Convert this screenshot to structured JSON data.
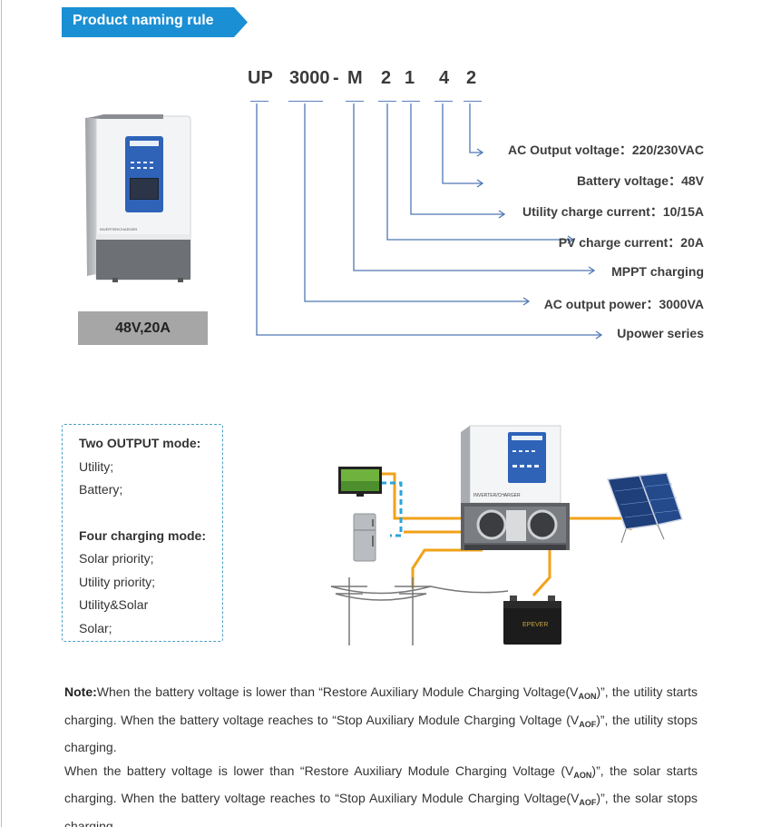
{
  "header": {
    "title": "Product naming rule",
    "color": "#1b8fd4"
  },
  "model_code": {
    "parts": [
      "UP",
      "3000",
      "-",
      "M",
      "2",
      "1",
      "4",
      "2"
    ]
  },
  "naming_labels": [
    "AC Output voltage：220/230VAC",
    "Battery voltage：48V",
    "Utility charge current：10/15A",
    "PV charge current：20A",
    "MPPT charging",
    "AC output power：3000VA",
    "Upower series"
  ],
  "product": {
    "caption": "48V,20A",
    "panel_text": "INVERTER/CHARGER"
  },
  "modes": {
    "output_title": "Two OUTPUT mode:",
    "output_items": [
      "Utility;",
      "Battery;"
    ],
    "charging_title": "Four charging mode:",
    "charging_items": [
      "Solar priority;",
      "Utility priority;",
      "Utility&Solar",
      "Solar;"
    ]
  },
  "system": {
    "panel_text": "INVERTER/CHARGER",
    "battery_brand": "EPEVER"
  },
  "note": {
    "label": "Note:",
    "p1_a": "When the battery voltage is lower than “Restore Auxiliary Module Charging Voltage(V",
    "p1_sub1": "AON",
    "p1_b": ")”, the utility starts charging. When the battery voltage reaches to “Stop Auxiliary Module Charging Voltage (V",
    "p1_sub2": "AOF",
    "p1_c": ")”, the utility stops charging.",
    "p2_a": "When the battery voltage is lower than “Restore Auxiliary Module Charging Voltage (V",
    "p2_sub1": "AON",
    "p2_b": ")”, the solar starts charging. When the battery voltage reaches to “Stop Auxiliary Module Charging Voltage(V",
    "p2_sub2": "AOF",
    "p2_c": ")”, the solar stops charging."
  },
  "colors": {
    "arrow": "#4f78b5",
    "wire_orange": "#f2a21a",
    "wire_blue": "#2aa4dc"
  }
}
